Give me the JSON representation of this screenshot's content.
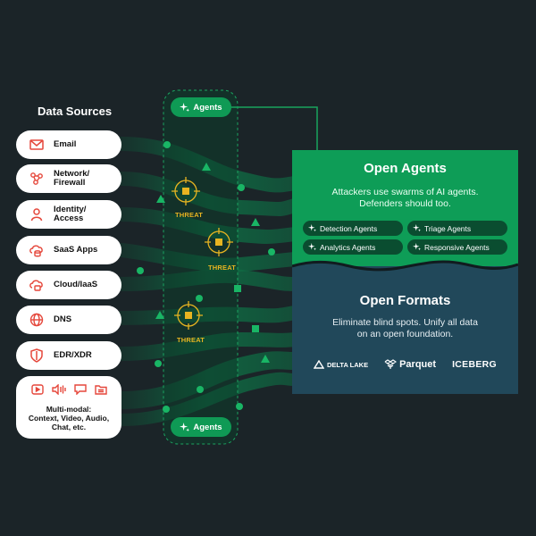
{
  "title": "Data Sources",
  "sources": [
    {
      "label": "Email",
      "icon": "email-icon"
    },
    {
      "label": "Network/\nFirewall",
      "icon": "network-icon"
    },
    {
      "label": "Identity/\nAccess",
      "icon": "user-icon"
    },
    {
      "label": "SaaS Apps",
      "icon": "cloud-database-icon"
    },
    {
      "label": "Cloud/IaaS",
      "icon": "cloud-server-icon"
    },
    {
      "label": "DNS",
      "icon": "globe-icon"
    },
    {
      "label": "EDR/XDR",
      "icon": "shield-icon"
    }
  ],
  "multimodal": {
    "label": "Multi-modal:\nContext, Video, Audio,\nChat, etc.",
    "icons": [
      "video-icon",
      "audio-icon",
      "chat-icon",
      "folder-icon"
    ]
  },
  "agents_top": "Agents",
  "agents_bottom": "Agents",
  "threat_label": "THREAT",
  "open_agents": {
    "title": "Open Agents",
    "subtitle": "Attackers use swarms of AI agents.\nDefenders should too.",
    "tags": [
      "Detection Agents",
      "Triage Agents",
      "Analytics Agents",
      "Responsive Agents"
    ]
  },
  "open_formats": {
    "title": "Open Formats",
    "subtitle": "Eliminate blind spots. Unify all data\non an open foundation.",
    "logos": [
      "DELTA LAKE",
      "Parquet",
      "ICEBERG"
    ]
  },
  "colors": {
    "background": "#1b2428",
    "accent_green": "#0e9d57",
    "panel_blue": "#21485a",
    "icon_red": "#e5473b",
    "threat_yellow": "#e7b421"
  }
}
